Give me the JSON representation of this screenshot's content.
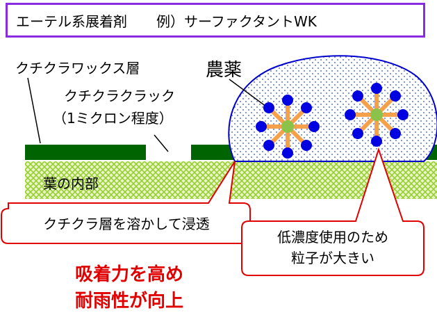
{
  "title": {
    "label": "エーテル系展着剤",
    "example": "例）サーファクタントWK"
  },
  "labels": {
    "wax_layer": "クチクラワックス層",
    "crack": "クチクラクラック",
    "crack_size": "（1ミクロン程度）",
    "pesticide": "農薬",
    "leaf_inside": "葉の内部"
  },
  "callouts": {
    "left": "クチクラ層を溶かして浸透",
    "right_line1": "低濃度使用のため",
    "right_line2": "粒子が大きい"
  },
  "conclusion": {
    "line1": "吸着力を高め",
    "line2": "耐雨性が向上"
  },
  "colors": {
    "title_border": "#8a2be2",
    "wax_green": "#006400",
    "leaf_pattern": "#9acd32",
    "droplet_border": "#0000cc",
    "particle_blue": "#0000e0",
    "particle_center": "#8bc34a",
    "particle_arm": "#f5a04a",
    "callout_red": "#e00000",
    "conclusion_red": "#e00000"
  }
}
